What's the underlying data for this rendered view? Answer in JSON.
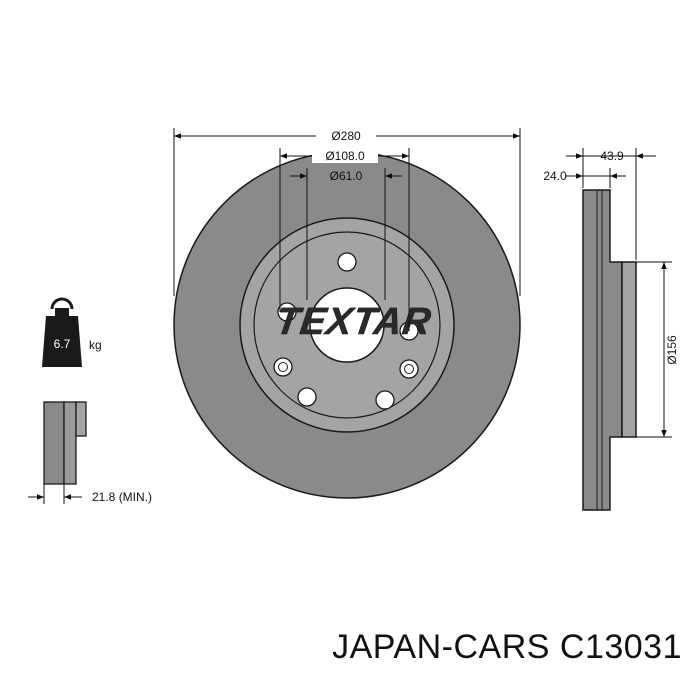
{
  "drawing": {
    "brand_mark": "TEXTAR",
    "dimensions": {
      "outer_diameter": "Ø280",
      "bolt_circle": "Ø108.0",
      "center_bore": "Ø61.0",
      "overall_height": "43.9",
      "disc_thickness": "24.0",
      "hub_diameter": "Ø156",
      "min_thickness": "21.8 (MIN.)"
    },
    "weight": {
      "value": "6.7",
      "unit": "kg"
    }
  },
  "caption": {
    "text": "JAPAN-CARS C13031"
  },
  "colors": {
    "disc_fill": "#8a8a8a",
    "outline": "#1a1a1a",
    "hub_fill": "#a4a4a4"
  }
}
